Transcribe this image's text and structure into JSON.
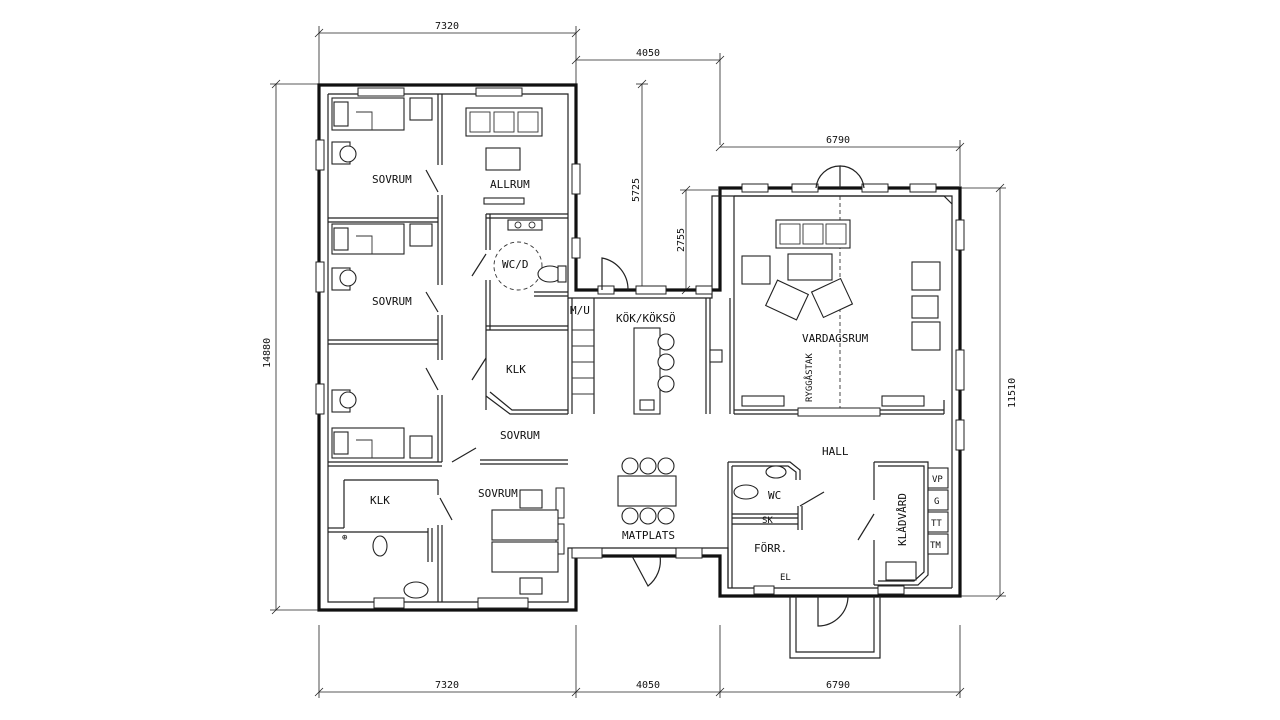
{
  "rooms": {
    "sovrum_1": "SOVRUM",
    "sovrum_2": "SOVRUM",
    "allrum": "ALLRUM",
    "wcd": "WC/D",
    "mu": "M/U",
    "klk_1": "KLK",
    "sovrum_corridor": "SOVRUM",
    "kok": "KÖK/KÖKSÖ",
    "vardagsrum": "VARDAGSRUM",
    "ryggastak": "RYGGÅSTAK",
    "hall": "HALL",
    "klk_2": "KLK",
    "sovrum_3": "SOVRUM",
    "matplats": "MATPLATS",
    "wc": "WC",
    "sk": "SK",
    "forr": "FÖRR.",
    "el": "EL",
    "kladvard": "KLÄDVÅRD",
    "vp": "VP",
    "g": "G",
    "tt": "TT",
    "tm": "TM"
  },
  "dimensions": {
    "top_left": "7320",
    "top_middle": "4050",
    "top_right": "6790",
    "bottom_left": "7320",
    "bottom_middle": "4050",
    "bottom_right": "6790",
    "left_total": "14880",
    "right_total": "11510",
    "notch_vertical": "5725",
    "notch_small": "2755"
  }
}
